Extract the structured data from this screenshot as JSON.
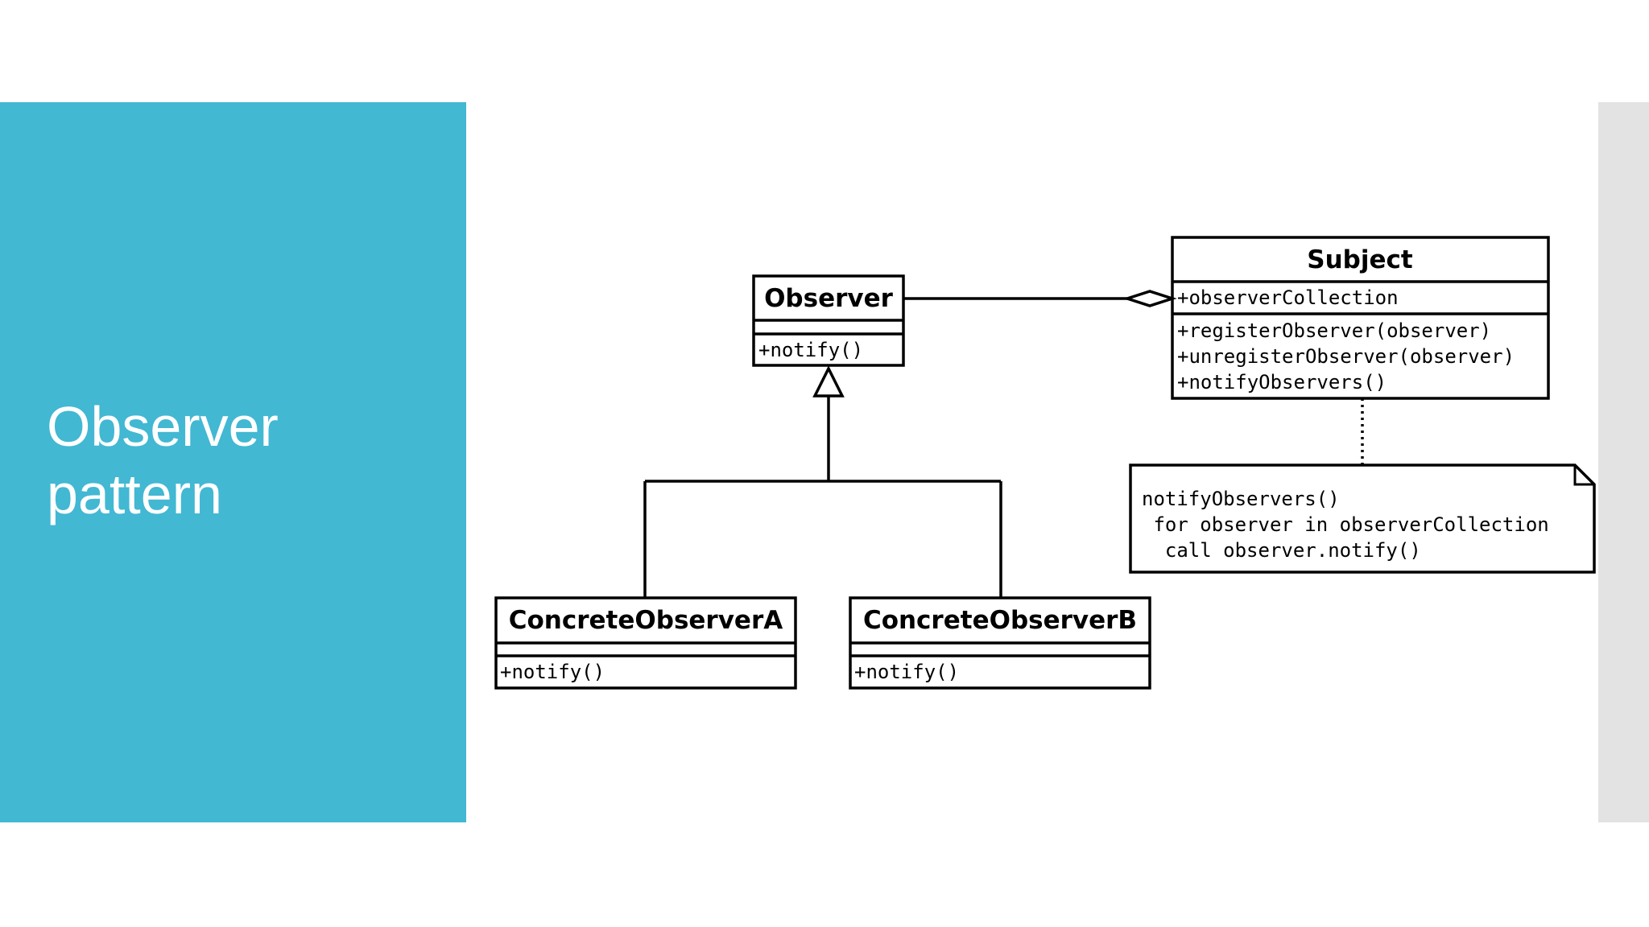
{
  "slide": {
    "title_line1": "Observer",
    "title_line2": "pattern"
  },
  "diagram": {
    "observer": {
      "name": "Observer",
      "methods": [
        "+notify()"
      ]
    },
    "subject": {
      "name": "Subject",
      "attributes": [
        "+observerCollection"
      ],
      "methods": [
        "+registerObserver(observer)",
        "+unregisterObserver(observer)",
        "+notifyObservers()"
      ]
    },
    "concrete_a": {
      "name": "ConcreteObserverA",
      "methods": [
        "+notify()"
      ]
    },
    "concrete_b": {
      "name": "ConcreteObserverB",
      "methods": [
        "+notify()"
      ]
    },
    "note": {
      "lines": [
        "notifyObservers()",
        " for observer in observerCollection",
        "  call observer.notify()"
      ]
    }
  },
  "colors": {
    "panel": "#42b8d3",
    "strip": "#e3e3e3",
    "title": "#ffffff"
  }
}
